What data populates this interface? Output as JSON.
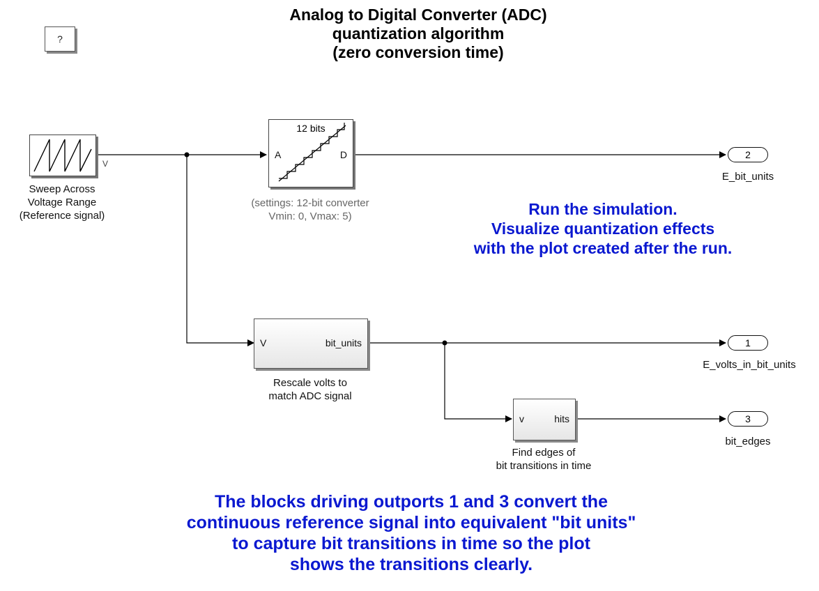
{
  "title": "Analog to Digital Converter (ADC)\nquantization algorithm\n(zero conversion time)",
  "help_button": "?",
  "run_note": "Run the simulation.\nVisualize quantization effects\nwith the plot created after the run.",
  "bottom_note": "The blocks driving outports 1 and 3 convert the\ncontinuous reference signal into equivalent \"bit units\"\nto capture bit transitions in time so the plot\nshows the transitions clearly.",
  "blocks": {
    "sweep": {
      "port_out": "V",
      "label": "Sweep Across\nVoltage Range\n(Reference signal)"
    },
    "adc": {
      "header": "12 bits",
      "port_in": "A",
      "port_out": "D",
      "label": "(settings: 12-bit converter\nVmin: 0, Vmax: 5)"
    },
    "rescale": {
      "port_in": "V",
      "port_out": "bit_units",
      "label": "Rescale volts to\nmatch ADC signal"
    },
    "edges": {
      "port_in": "v",
      "port_out": "hits",
      "label": "Find edges of\nbit transitions in time"
    }
  },
  "outports": [
    {
      "number": "2",
      "name": "E_bit_units"
    },
    {
      "number": "1",
      "name": "E_volts_in_bit_units"
    },
    {
      "number": "3",
      "name": "bit_edges"
    }
  ]
}
